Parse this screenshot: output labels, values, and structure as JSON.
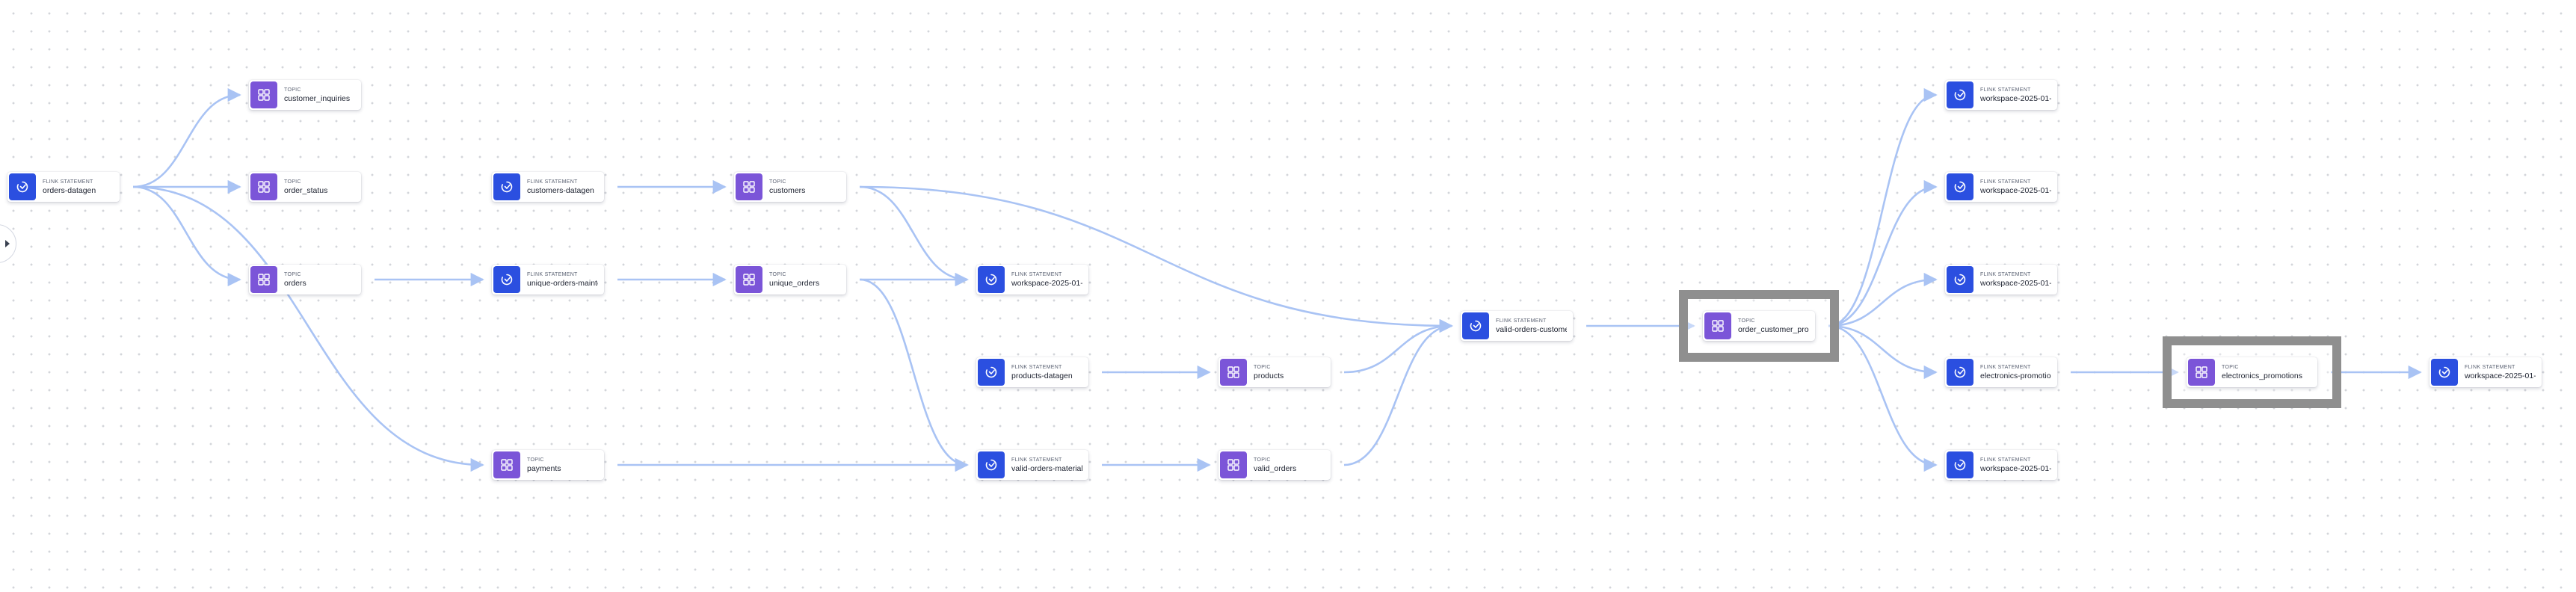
{
  "nodes": [
    {
      "id": "orders-datagen",
      "kind": "FLINK STATEMENT",
      "name": "orders-datagen",
      "type": "flink"
    },
    {
      "id": "customer_inquiries",
      "kind": "TOPIC",
      "name": "customer_inquiries",
      "type": "topic"
    },
    {
      "id": "order_status",
      "kind": "TOPIC",
      "name": "order_status",
      "type": "topic"
    },
    {
      "id": "orders",
      "kind": "TOPIC",
      "name": "orders",
      "type": "topic"
    },
    {
      "id": "customers-datagen",
      "kind": "FLINK STATEMENT",
      "name": "customers-datagen",
      "type": "flink"
    },
    {
      "id": "unique-orders",
      "kind": "FLINK STATEMENT",
      "name": "unique-orders-mainte...",
      "type": "flink"
    },
    {
      "id": "payments",
      "kind": "TOPIC",
      "name": "payments",
      "type": "topic"
    },
    {
      "id": "customers",
      "kind": "TOPIC",
      "name": "customers",
      "type": "topic"
    },
    {
      "id": "unique_orders",
      "kind": "TOPIC",
      "name": "unique_orders",
      "type": "topic"
    },
    {
      "id": "workspace-a",
      "kind": "FLINK STATEMENT",
      "name": "workspace-2025-01-...",
      "type": "flink"
    },
    {
      "id": "products-datagen",
      "kind": "FLINK STATEMENT",
      "name": "products-datagen",
      "type": "flink"
    },
    {
      "id": "valid-orders-mat",
      "kind": "FLINK STATEMENT",
      "name": "valid-orders-materiali...",
      "type": "flink"
    },
    {
      "id": "products",
      "kind": "TOPIC",
      "name": "products",
      "type": "topic"
    },
    {
      "id": "valid_orders",
      "kind": "TOPIC",
      "name": "valid_orders",
      "type": "topic"
    },
    {
      "id": "valid-orders-customer",
      "kind": "FLINK STATEMENT",
      "name": "valid-orders-custome...",
      "type": "flink"
    },
    {
      "id": "order_customer_prod",
      "kind": "TOPIC",
      "name": "order_customer_prod...",
      "type": "topic"
    },
    {
      "id": "ws-1",
      "kind": "FLINK STATEMENT",
      "name": "workspace-2025-01-...",
      "type": "flink"
    },
    {
      "id": "ws-2",
      "kind": "FLINK STATEMENT",
      "name": "workspace-2025-01-...",
      "type": "flink"
    },
    {
      "id": "ws-3",
      "kind": "FLINK STATEMENT",
      "name": "workspace-2025-01-...",
      "type": "flink"
    },
    {
      "id": "electronics-promo",
      "kind": "FLINK STATEMENT",
      "name": "electronics-promotio...",
      "type": "flink"
    },
    {
      "id": "ws-4",
      "kind": "FLINK STATEMENT",
      "name": "workspace-2025-01-...",
      "type": "flink"
    },
    {
      "id": "electronics_promotions",
      "kind": "TOPIC",
      "name": "electronics_promotions",
      "type": "topic"
    },
    {
      "id": "ws-final",
      "kind": "FLINK STATEMENT",
      "name": "workspace-2025-01-...",
      "type": "flink"
    }
  ],
  "edges": [
    [
      "orders-datagen",
      "customer_inquiries"
    ],
    [
      "orders-datagen",
      "order_status"
    ],
    [
      "orders-datagen",
      "orders"
    ],
    [
      "orders-datagen",
      "payments"
    ],
    [
      "orders",
      "unique-orders"
    ],
    [
      "customers-datagen",
      "customers"
    ],
    [
      "unique-orders",
      "unique_orders"
    ],
    [
      "customers",
      "workspace-a"
    ],
    [
      "customers",
      "valid-orders-customer"
    ],
    [
      "unique_orders",
      "workspace-a"
    ],
    [
      "unique_orders",
      "valid-orders-mat"
    ],
    [
      "payments",
      "valid-orders-mat"
    ],
    [
      "products-datagen",
      "products"
    ],
    [
      "valid-orders-mat",
      "valid_orders"
    ],
    [
      "products",
      "valid-orders-customer"
    ],
    [
      "valid_orders",
      "valid-orders-customer"
    ],
    [
      "valid-orders-customer",
      "order_customer_prod"
    ],
    [
      "order_customer_prod",
      "ws-1"
    ],
    [
      "order_customer_prod",
      "ws-2"
    ],
    [
      "order_customer_prod",
      "ws-3"
    ],
    [
      "order_customer_prod",
      "electronics-promo"
    ],
    [
      "order_customer_prod",
      "ws-4"
    ],
    [
      "electronics-promo",
      "electronics_promotions"
    ],
    [
      "electronics_promotions",
      "ws-final"
    ]
  ],
  "highlighted": [
    "order_customer_prod",
    "electronics_promotions"
  ],
  "colors": {
    "flink": "#2b4fe0",
    "topic": "#7b55d8",
    "edge": "#a9c3f4",
    "highlight": "#8f8f8f"
  },
  "icons": {
    "flink": "flink-statement-icon",
    "topic": "topic-icon",
    "handle": "chevron-right-icon"
  }
}
